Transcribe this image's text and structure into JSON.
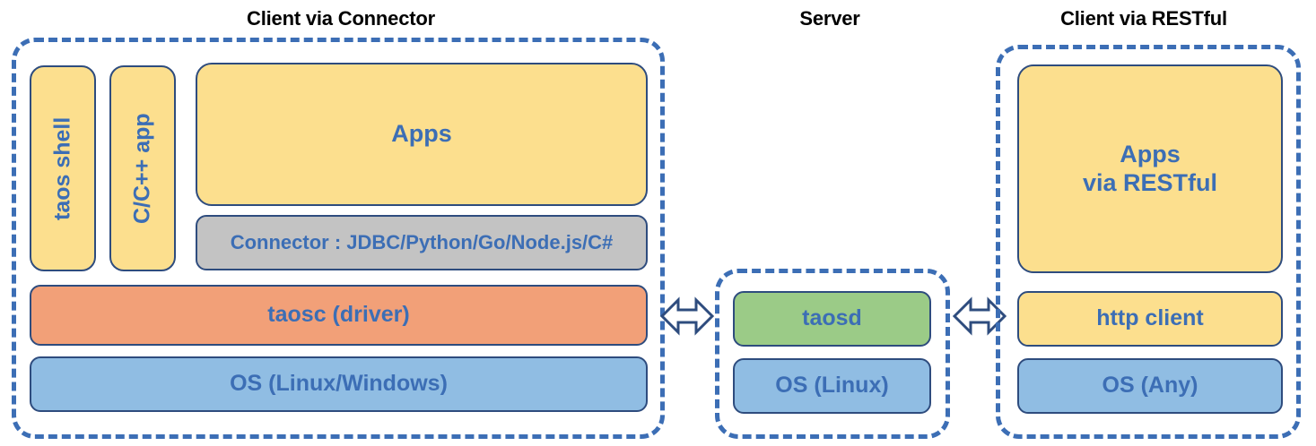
{
  "diagram": {
    "title": "TDengine client/server architecture",
    "background_color": "#FFFFFF",
    "accent_color": "#3C6EB5",
    "border_color": "#2E4C7E",
    "colors": {
      "yellow": "#FCDF8E",
      "gray": "#C3C3C3",
      "orange": "#F2A078",
      "blue": "#90BDE3",
      "green": "#9BCB87",
      "text": "#3C6EB5",
      "title": "#000000"
    }
  },
  "sections": {
    "connector_client": {
      "title": "Client via Connector",
      "blocks": {
        "taos_shell": "taos shell",
        "c_cpp_app": "C/C++ app",
        "apps": "Apps",
        "connector": "Connector : JDBC/Python/Go/Node.js/C#",
        "taosc": "taosc (driver)",
        "os": "OS (Linux/Windows)"
      }
    },
    "server": {
      "title": "Server",
      "blocks": {
        "taosd": "taosd",
        "os": "OS (Linux)"
      }
    },
    "restful_client": {
      "title": "Client via RESTful",
      "blocks": {
        "apps_line1": "Apps",
        "apps_line2": "via RESTful",
        "http_client": "http client",
        "os": "OS (Any)"
      }
    }
  },
  "connections": {
    "left_arrow_label": "taosc to taosd bidirectional link",
    "right_arrow_label": "taosd to http client bidirectional link"
  }
}
